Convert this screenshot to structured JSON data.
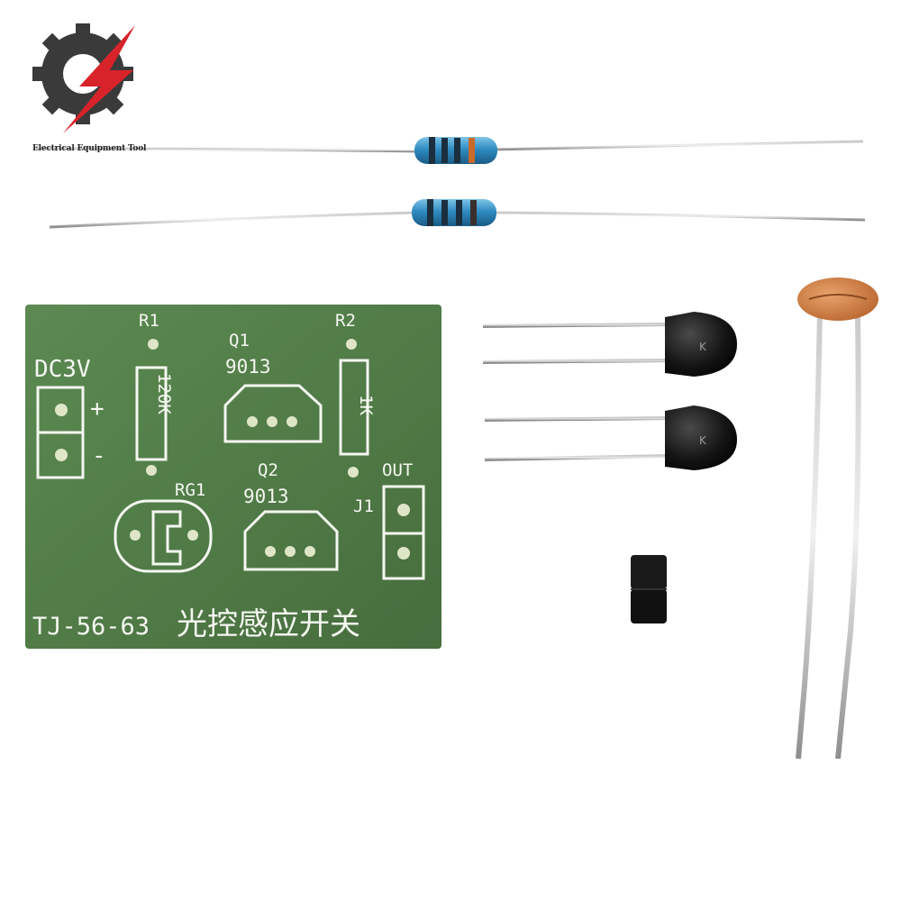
{
  "brand": {
    "name": "Electrical Equipment Tool",
    "logo_colors": {
      "gear_dark": "#3a3a3a",
      "accent_red": "#d8232a"
    }
  },
  "pcb": {
    "color": "#4f7a45",
    "labels": {
      "power": "DC3V",
      "plus": "+",
      "minus": "-",
      "r1": "R1",
      "r1_value": "120K",
      "q1": "Q1",
      "q1_part": "9013",
      "r2": "R2",
      "r2_value": "1K",
      "q2": "Q2",
      "q2_part": "9013",
      "rg1": "RG1",
      "out": "OUT",
      "j1": "J1",
      "model": "TJ-56-63",
      "title_cn": "光控感应开关"
    }
  },
  "components": {
    "resistors": 2,
    "transistors": 2,
    "transistor_mark": "K",
    "pin_header": "2-pin",
    "photoresistor": 1
  }
}
